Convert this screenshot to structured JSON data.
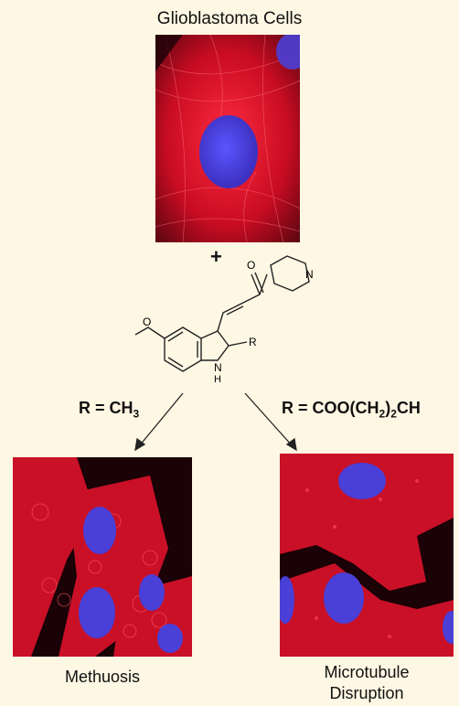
{
  "header": {
    "title": "Glioblastoma Cells"
  },
  "scheme": {
    "plus": "+",
    "left_label": {
      "prefix": "R = CH",
      "sub": "3"
    },
    "right_label": {
      "prefix": "R = COO(CH",
      "sub1": "2",
      "mid": ")",
      "sub2": "2",
      "suffix": "CH"
    }
  },
  "molecule": {
    "atoms": {
      "o_carbonyl": "O",
      "n_pyridine": "N",
      "o_methoxy": "O",
      "n_indole": "N",
      "h_indole": "H",
      "r_group": "R"
    }
  },
  "panels": {
    "left_caption": "Methuosis",
    "right_caption_line1": "Microtubule",
    "right_caption_line2": "Disruption"
  },
  "colors": {
    "background": "#fdf7e3",
    "cytoskeleton": "#e0142a",
    "nucleus": "#4a3fd6",
    "dark": "#1a0206"
  }
}
